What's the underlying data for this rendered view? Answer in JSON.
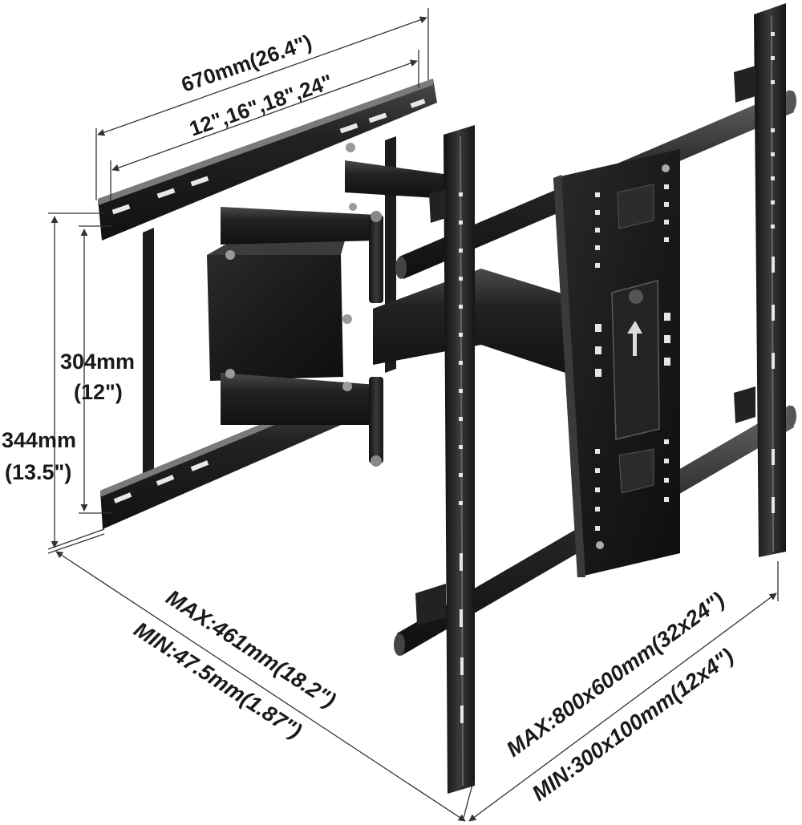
{
  "dimensions": {
    "top_outer": "670mm(26.4\")",
    "top_inner": "12\",16\",18\",24\"",
    "left_inner_line1": "304mm",
    "left_inner_line2": "(12\")",
    "left_outer_line1": "344mm",
    "left_outer_line2": "(13.5\")",
    "extension_max": "MAX:461mm(18.2\")",
    "extension_min": "MIN:47.5mm(1.87\")",
    "vesa_max": "MAX:800x600mm(32x24\")",
    "vesa_min": "MIN:300x100mm(12x4\")"
  },
  "colors": {
    "metal": "#1b1b1b",
    "metal_mid": "#2e2e2e",
    "metal_light": "#5a5a5a",
    "highlight": "#8a8a8a",
    "dim_line": "#333333"
  }
}
